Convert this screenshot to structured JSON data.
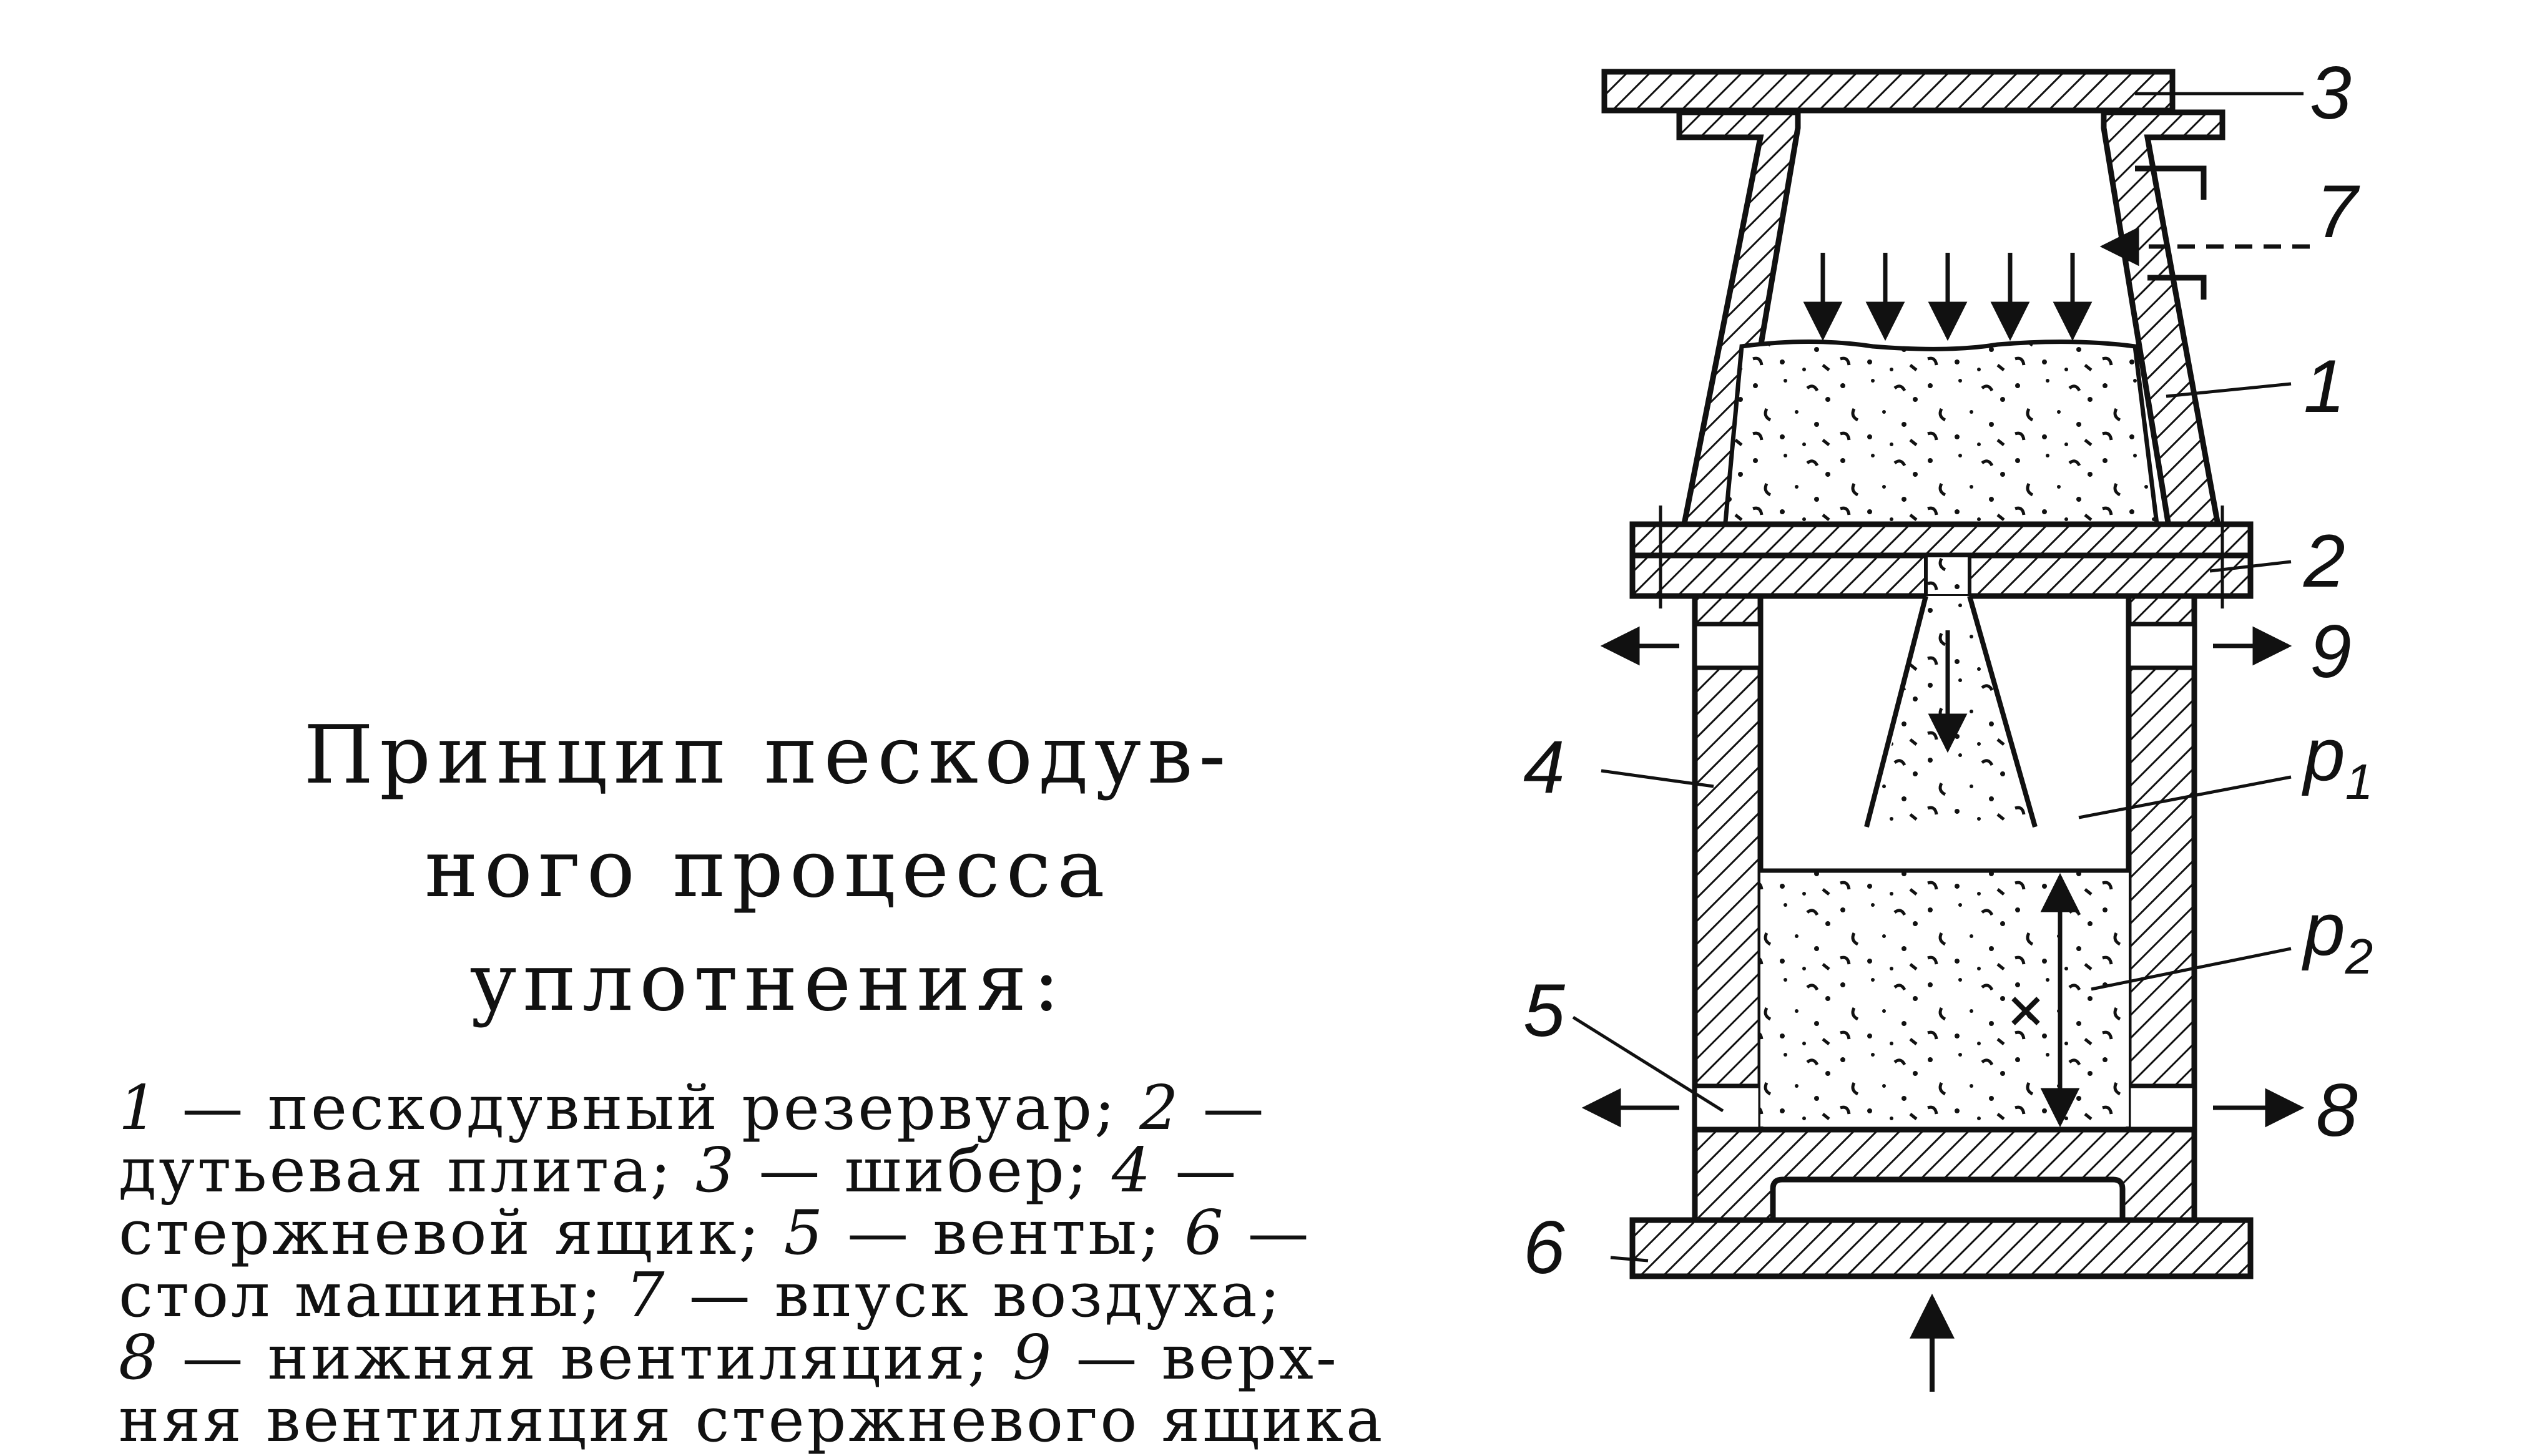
{
  "caption": {
    "title_line1": "Принцип пескодув-",
    "title_line2": "ного процесса уплотнения:",
    "legend": [
      {
        "num": "1",
        "text": " — пескодувный резервуар; "
      },
      {
        "num": "2",
        "text": " —"
      },
      {
        "num": "",
        "text": "дутьевая плита; "
      },
      {
        "num": "3",
        "text": " — шибер; "
      },
      {
        "num": "4",
        "text": " —"
      },
      {
        "num": "",
        "text": "стержневой ящик; "
      },
      {
        "num": "5",
        "text": " — венты; "
      },
      {
        "num": "6",
        "text": " —"
      },
      {
        "num": "",
        "text": "стол машины; "
      },
      {
        "num": "7",
        "text": " — впуск воздуха;"
      },
      {
        "num": "8",
        "text": " — нижняя вентиляция; "
      },
      {
        "num": "9",
        "text": " — верх-"
      },
      {
        "num": "",
        "text": "няя вентиляция стержневого ящика"
      }
    ],
    "legend_lines": [
      [
        {
          "num": "1",
          "text": " — пескодувный резервуар; "
        },
        {
          "num": "2",
          "text": " —"
        }
      ],
      [
        {
          "num": "",
          "text": "дутьевая плита; "
        },
        {
          "num": "3",
          "text": " — шибер; "
        },
        {
          "num": "4",
          "text": " —"
        }
      ],
      [
        {
          "num": "",
          "text": "стержневой ящик; "
        },
        {
          "num": "5",
          "text": " — венты; "
        },
        {
          "num": "6",
          "text": " —"
        }
      ],
      [
        {
          "num": "",
          "text": "стол машины; "
        },
        {
          "num": "7",
          "text": " — впуск воздуха;"
        }
      ],
      [
        {
          "num": "8",
          "text": " — нижняя вентиляция; "
        },
        {
          "num": "9",
          "text": " — верх-"
        }
      ],
      [
        {
          "num": "",
          "text": "няя вентиляция стержневого ящика"
        }
      ]
    ]
  },
  "figure_labels": {
    "l3": "3",
    "l7": "7",
    "l1": "1",
    "l2": "2",
    "l9": "9",
    "l4": "4",
    "lp1_base": "p",
    "lp1_sub": "1",
    "lp2_base": "p",
    "lp2_sub": "2",
    "l5": "5",
    "l8": "8",
    "l6": "6"
  }
}
